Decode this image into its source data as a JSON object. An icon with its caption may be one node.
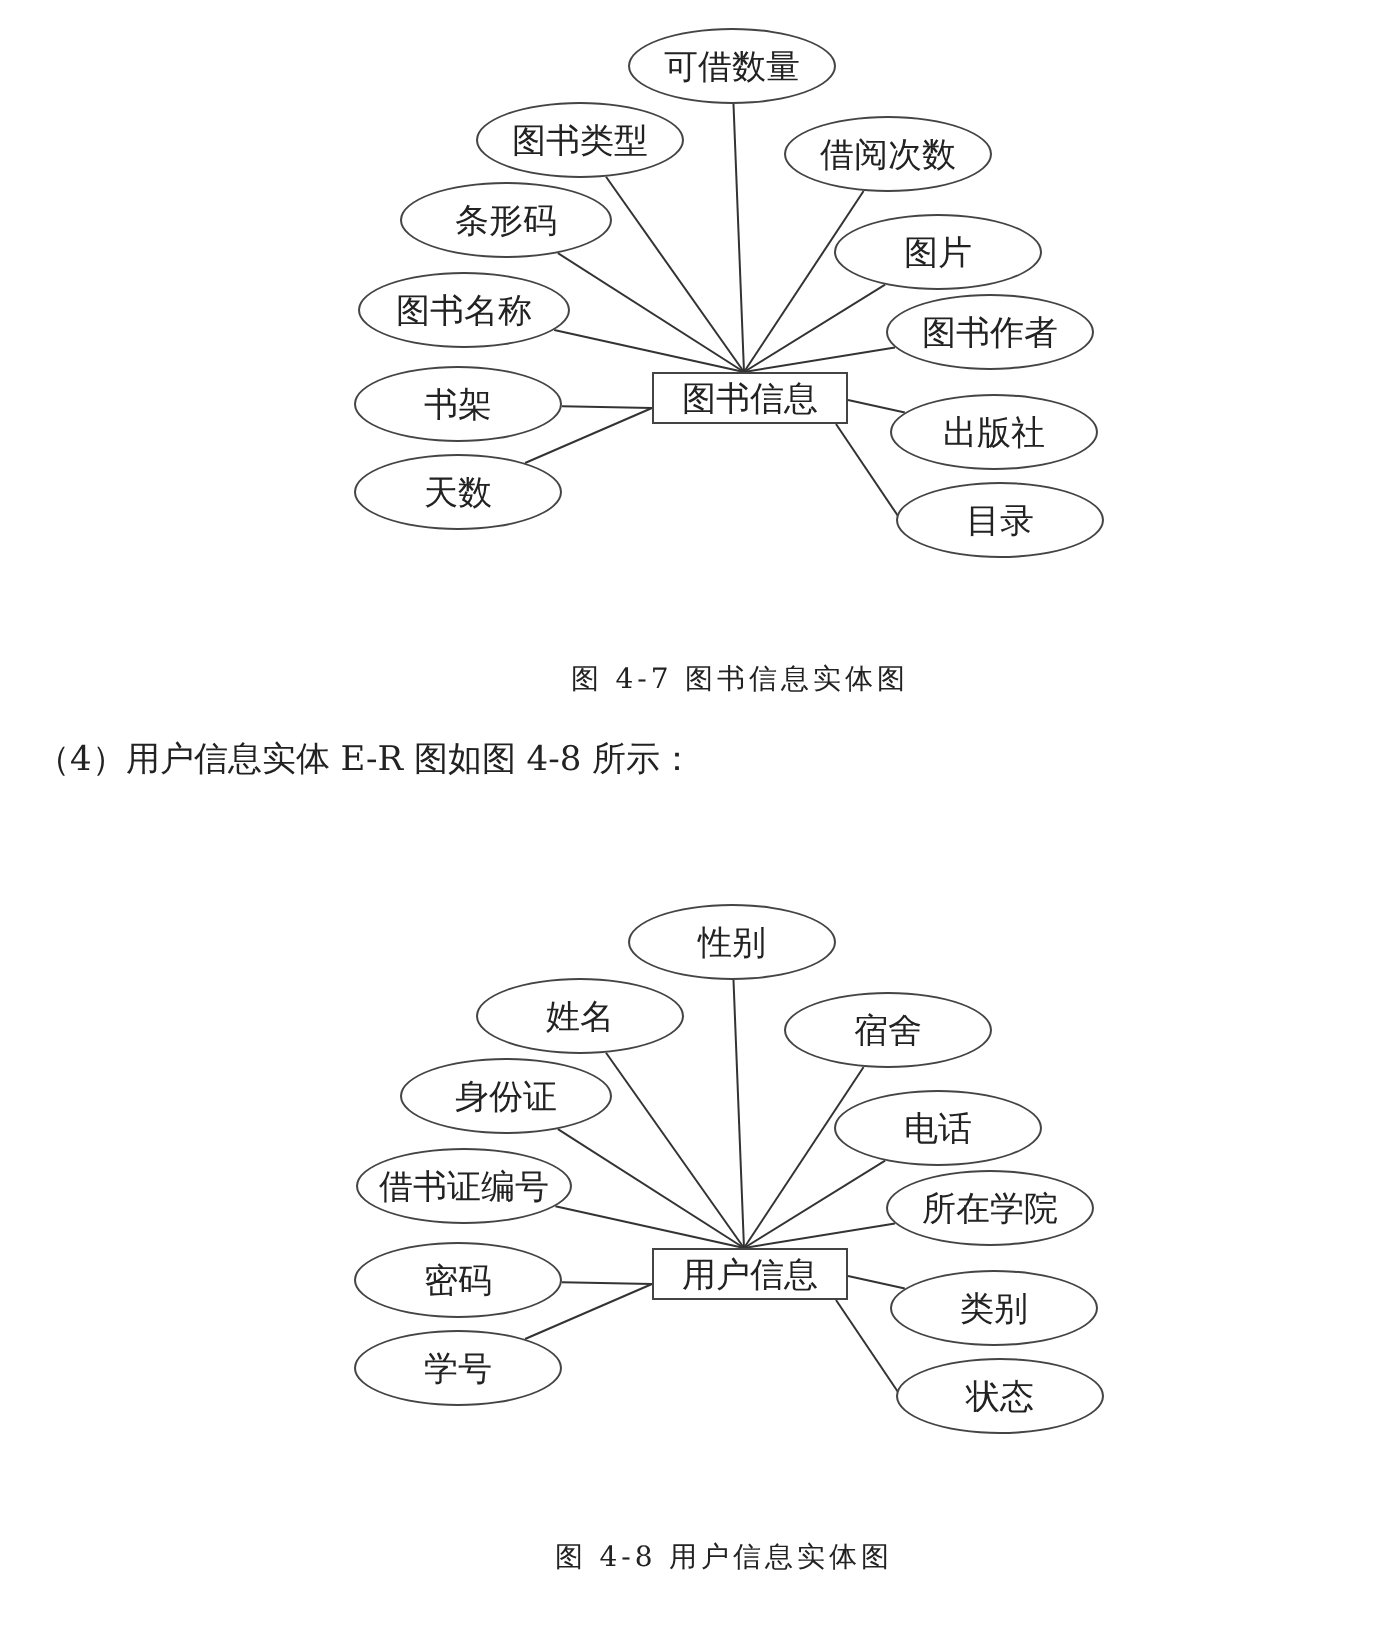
{
  "diagram": {
    "nodes": [
      {
        "text": [
          "图书信息"
        ]
      },
      {
        "text": [
          "可借数量"
        ]
      },
      {
        "text": [
          "图书类型"
        ]
      },
      {
        "text": [
          "借阅次数"
        ]
      },
      {
        "text": [
          "条形码"
        ]
      },
      {
        "text": [
          "图片"
        ]
      },
      {
        "text": [
          "图书名称"
        ]
      },
      {
        "text": [
          "图书作者"
        ]
      },
      {
        "text": [
          "书架"
        ]
      },
      {
        "text": [
          "出版社"
        ]
      },
      {
        "text": [
          "天数"
        ]
      },
      {
        "text": [
          "目录"
        ]
      },
      {
        "text": [
          "用户信息"
        ]
      },
      {
        "text": [
          "性别"
        ]
      },
      {
        "text": [
          "姓名"
        ]
      },
      {
        "text": [
          "宿舍"
        ]
      },
      {
        "text": [
          "身份证"
        ]
      },
      {
        "text": [
          "电话"
        ]
      },
      {
        "text": [
          "借书证编号"
        ]
      },
      {
        "text": [
          "所在学院"
        ]
      },
      {
        "text": [
          "密码"
        ]
      },
      {
        "text": [
          "类别"
        ]
      },
      {
        "text": [
          "学号"
        ]
      },
      {
        "text": [
          "状态"
        ]
      }
    ],
    "edges": [
      {
        "from": 0,
        "to": 1,
        "arrow": "none"
      },
      {
        "from": 0,
        "to": 2,
        "arrow": "none"
      },
      {
        "from": 0,
        "to": 3,
        "arrow": "none"
      },
      {
        "from": 0,
        "to": 4,
        "arrow": "none"
      },
      {
        "from": 0,
        "to": 5,
        "arrow": "none"
      },
      {
        "from": 0,
        "to": 6,
        "arrow": "none"
      },
      {
        "from": 0,
        "to": 7,
        "arrow": "none"
      },
      {
        "from": 0,
        "to": 8,
        "arrow": "none"
      },
      {
        "from": 0,
        "to": 9,
        "arrow": "none"
      },
      {
        "from": 0,
        "to": 10,
        "arrow": "none"
      },
      {
        "from": 0,
        "to": 11,
        "arrow": "none"
      },
      {
        "from": 12,
        "to": 13,
        "arrow": "none"
      },
      {
        "from": 12,
        "to": 14,
        "arrow": "none"
      },
      {
        "from": 12,
        "to": 15,
        "arrow": "none"
      },
      {
        "from": 12,
        "to": 16,
        "arrow": "none"
      },
      {
        "from": 12,
        "to": 17,
        "arrow": "none"
      },
      {
        "from": 12,
        "to": 18,
        "arrow": "none"
      },
      {
        "from": 12,
        "to": 19,
        "arrow": "none"
      },
      {
        "from": 12,
        "to": 20,
        "arrow": "none"
      },
      {
        "from": 12,
        "to": 21,
        "arrow": "none"
      },
      {
        "from": 12,
        "to": 22,
        "arrow": "none"
      },
      {
        "from": 12,
        "to": 23,
        "arrow": "none"
      }
    ],
    "labels": [
      "图 4-7 图书信息实体图",
      "（4）用户信息实体 E-R 图如图 4-8 所示：",
      "图 4-8 用户信息实体图"
    ]
  }
}
